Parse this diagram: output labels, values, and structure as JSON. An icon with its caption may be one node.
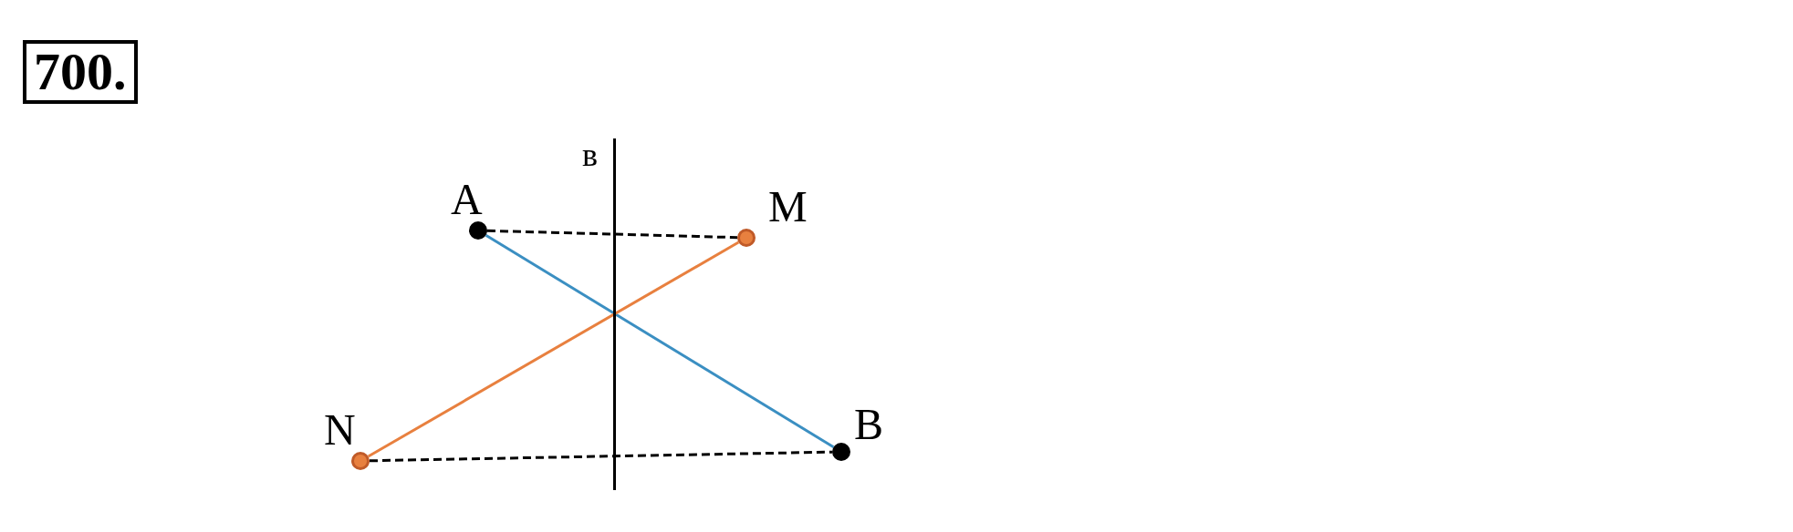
{
  "diagram": {
    "nodes": [
      {
        "text": [
          "A"
        ]
      },
      {
        "text": [
          "M"
        ]
      },
      {
        "text": [
          "N"
        ]
      },
      {
        "text": [
          "B"
        ]
      },
      {
        "text": [
          "в"
        ]
      }
    ],
    "edges": [
      {
        "from": 0,
        "to": 3,
        "arrow": "none",
        "color": "#3b8fc2"
      },
      {
        "from": 2,
        "to": 1,
        "arrow": "none",
        "color": "#e8803f"
      },
      {
        "from": 0,
        "to": 1,
        "arrow": "none",
        "style": "dashed"
      },
      {
        "from": 2,
        "to": 3,
        "arrow": "none",
        "style": "dashed"
      }
    ],
    "labels": [
      "700."
    ]
  }
}
